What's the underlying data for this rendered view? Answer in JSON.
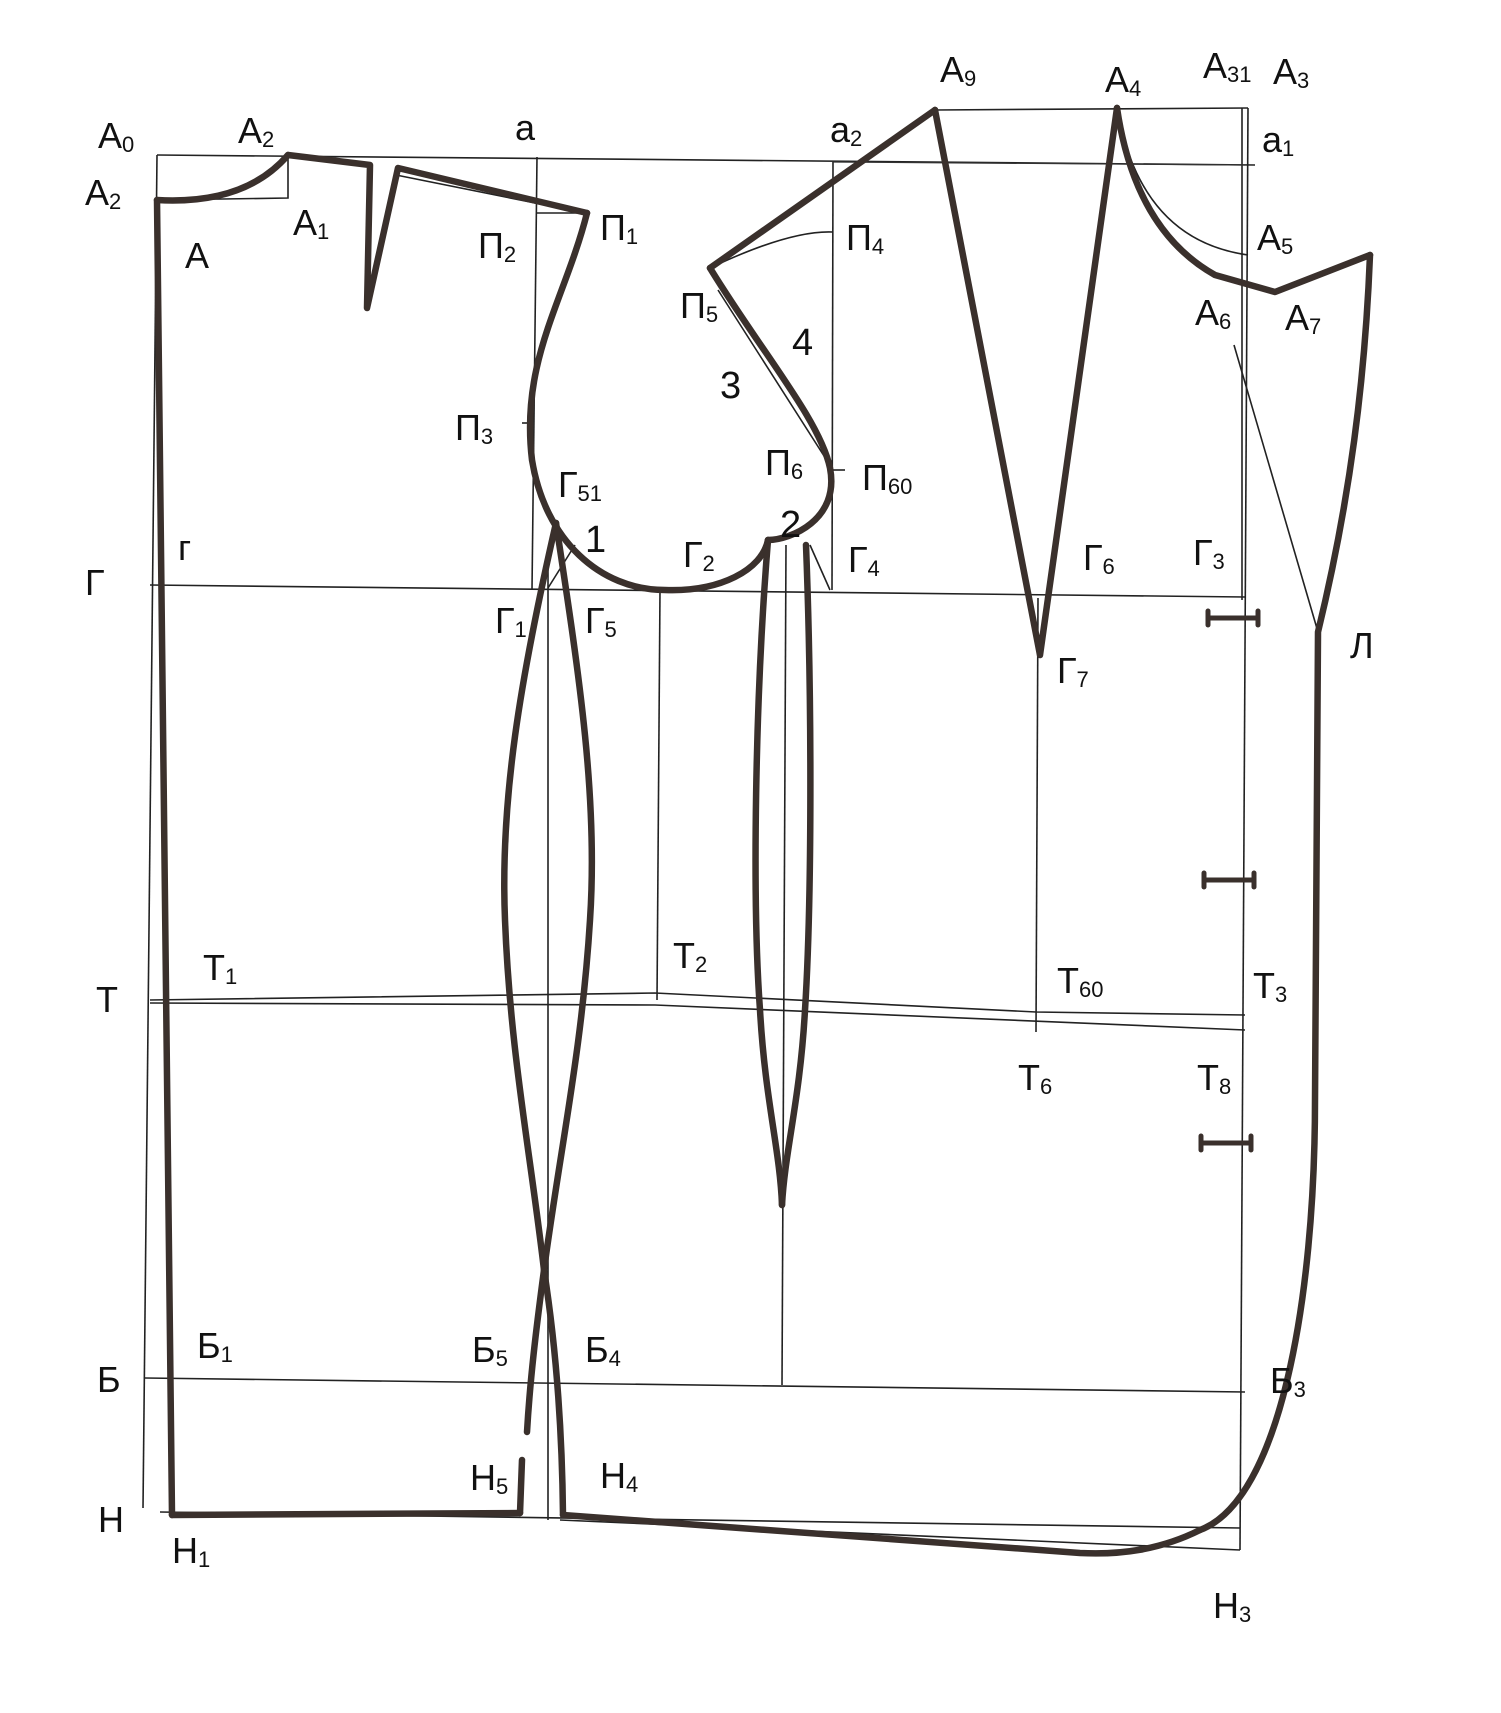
{
  "labels": {
    "A0": {
      "main": "А",
      "sub": "0"
    },
    "A2_top": {
      "main": "А",
      "sub": "2"
    },
    "A2_left": {
      "main": "А",
      "sub": "2"
    },
    "A": {
      "main": "А",
      "sub": ""
    },
    "A1": {
      "main": "А",
      "sub": "1"
    },
    "a": {
      "main": "а",
      "sub": ""
    },
    "a2": {
      "main": "а",
      "sub": "2"
    },
    "a1": {
      "main": "а",
      "sub": "1"
    },
    "A9": {
      "main": "А",
      "sub": "9"
    },
    "A4": {
      "main": "А",
      "sub": "4"
    },
    "A31": {
      "main": "А",
      "sub": "31"
    },
    "A3": {
      "main": "А",
      "sub": "3"
    },
    "A5": {
      "main": "А",
      "sub": "5"
    },
    "A6": {
      "main": "А",
      "sub": "6"
    },
    "A7": {
      "main": "А",
      "sub": "7"
    },
    "P1": {
      "main": "П",
      "sub": "1"
    },
    "P2": {
      "main": "П",
      "sub": "2"
    },
    "P3": {
      "main": "П",
      "sub": "3"
    },
    "P4": {
      "main": "П",
      "sub": "4"
    },
    "P5": {
      "main": "П",
      "sub": "5"
    },
    "P6": {
      "main": "П",
      "sub": "6"
    },
    "P60": {
      "main": "П",
      "sub": "60"
    },
    "G": {
      "main": "Г",
      "sub": ""
    },
    "g": {
      "main": "г",
      "sub": ""
    },
    "G1": {
      "main": "Г",
      "sub": "1"
    },
    "G2": {
      "main": "Г",
      "sub": "2"
    },
    "G3": {
      "main": "Г",
      "sub": "3"
    },
    "G4": {
      "main": "Г",
      "sub": "4"
    },
    "G5": {
      "main": "Г",
      "sub": "5"
    },
    "G51": {
      "main": "Г",
      "sub": "51"
    },
    "G6": {
      "main": "Г",
      "sub": "6"
    },
    "G7": {
      "main": "Г",
      "sub": "7"
    },
    "L": {
      "main": "Л",
      "sub": ""
    },
    "T": {
      "main": "Т",
      "sub": ""
    },
    "T1": {
      "main": "Т",
      "sub": "1"
    },
    "T2": {
      "main": "Т",
      "sub": "2"
    },
    "T3": {
      "main": "Т",
      "sub": "3"
    },
    "T6": {
      "main": "Т",
      "sub": "6"
    },
    "T60": {
      "main": "Т",
      "sub": "60"
    },
    "T8": {
      "main": "Т",
      "sub": "8"
    },
    "B": {
      "main": "Б",
      "sub": ""
    },
    "B1": {
      "main": "Б",
      "sub": "1"
    },
    "B3": {
      "main": "Б",
      "sub": "3"
    },
    "B4": {
      "main": "Б",
      "sub": "4"
    },
    "B5": {
      "main": "Б",
      "sub": "5"
    },
    "N": {
      "main": "Н",
      "sub": ""
    },
    "N1": {
      "main": "Н",
      "sub": "1"
    },
    "N3": {
      "main": "Н",
      "sub": "3"
    },
    "N4": {
      "main": "Н",
      "sub": "4"
    },
    "N5": {
      "main": "Н",
      "sub": "5"
    }
  },
  "numbers": {
    "n1": "1",
    "n2": "2",
    "n3": "3",
    "n4": "4"
  },
  "colors": {
    "outline": "#3a302c",
    "construction": "#222222",
    "background": "#ffffff"
  }
}
